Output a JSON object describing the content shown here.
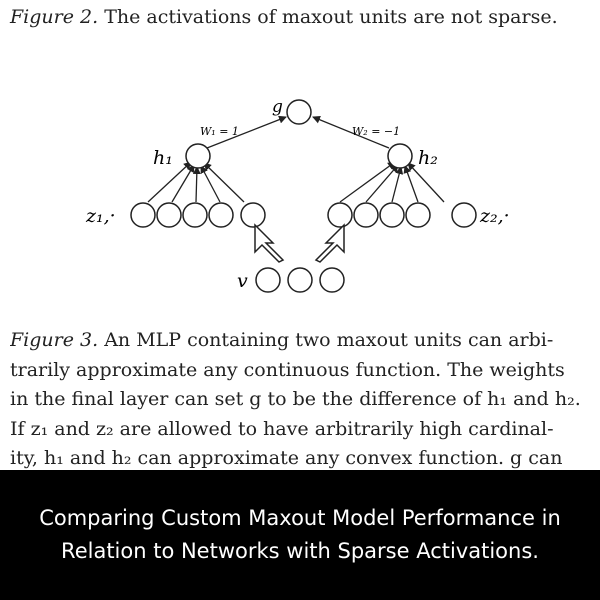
{
  "figure2": {
    "label": "Figure 2.",
    "text": " The activations of maxout units are not sparse."
  },
  "diagram": {
    "g_label": "g",
    "w1_label": "W₁ = 1",
    "w2_label": "W₂ = −1",
    "h1_label": "h₁",
    "h2_label": "h₂",
    "z1_label": "z₁,·",
    "z2_label": "z₂,·",
    "v_label": "v"
  },
  "caption": {
    "label": "Figure 3.",
    "lines": [
      " An MLP containing two maxout units can arbi-",
      "trarily approximate any continuous function. The weights",
      "in the final layer can set g to be the difference of h₁ and h₂.",
      "If z₁ and z₂ are allowed to have arbitrarily high cardinal-",
      "ity, h₁ and h₂ can approximate any convex function. g can"
    ]
  },
  "banner": {
    "line1": "Comparing Custom Maxout Model Performance in",
    "line2": "Relation to Networks with Sparse Activations."
  }
}
